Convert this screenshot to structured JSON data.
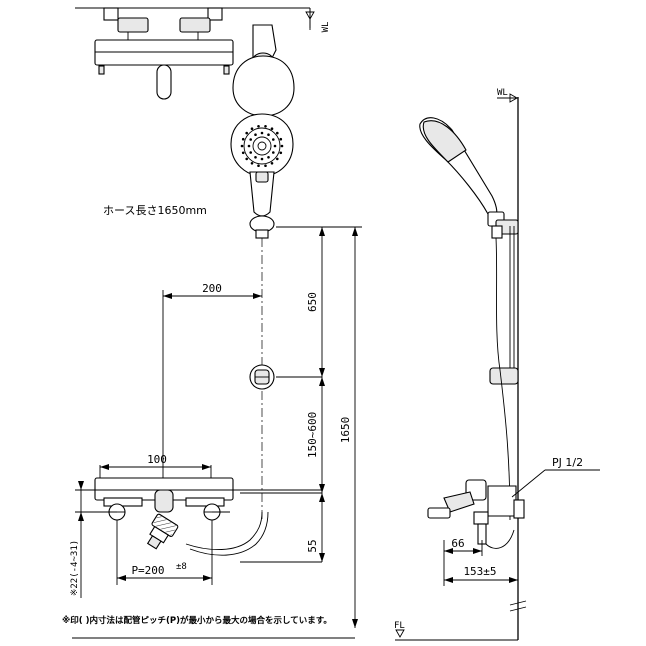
{
  "labels": {
    "hose_length": "ホース長さ1650mm",
    "wl": "WL",
    "fl": "FL",
    "pj": "PJ 1/2",
    "note": "※印(    )内寸法は配管ピッチ(P)が最小から最大の場合を示しています。"
  },
  "dimensions": {
    "d200": "200",
    "d650": "650",
    "d1650": "1650",
    "d150_600": "150~600",
    "d100": "100",
    "d55": "55",
    "p200": "P=200",
    "p200_tol": "±8",
    "d22": "※22(-4~31)",
    "d66": "66",
    "d153": "153±5"
  }
}
